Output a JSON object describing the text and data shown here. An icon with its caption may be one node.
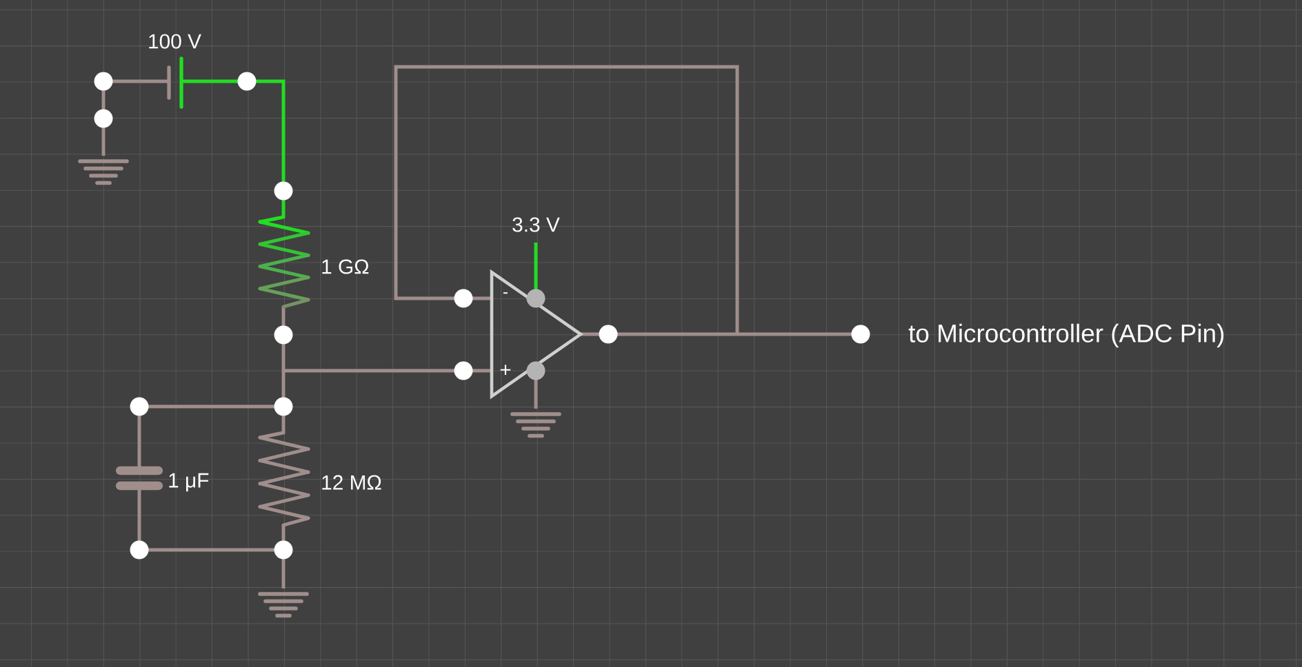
{
  "diagram": {
    "labels": [
      "100 V",
      "3.3 V",
      "1 GΩ",
      "-",
      "to Microcontroller (ADC Pin)",
      "+",
      "1 μF",
      "12 MΩ"
    ]
  }
}
